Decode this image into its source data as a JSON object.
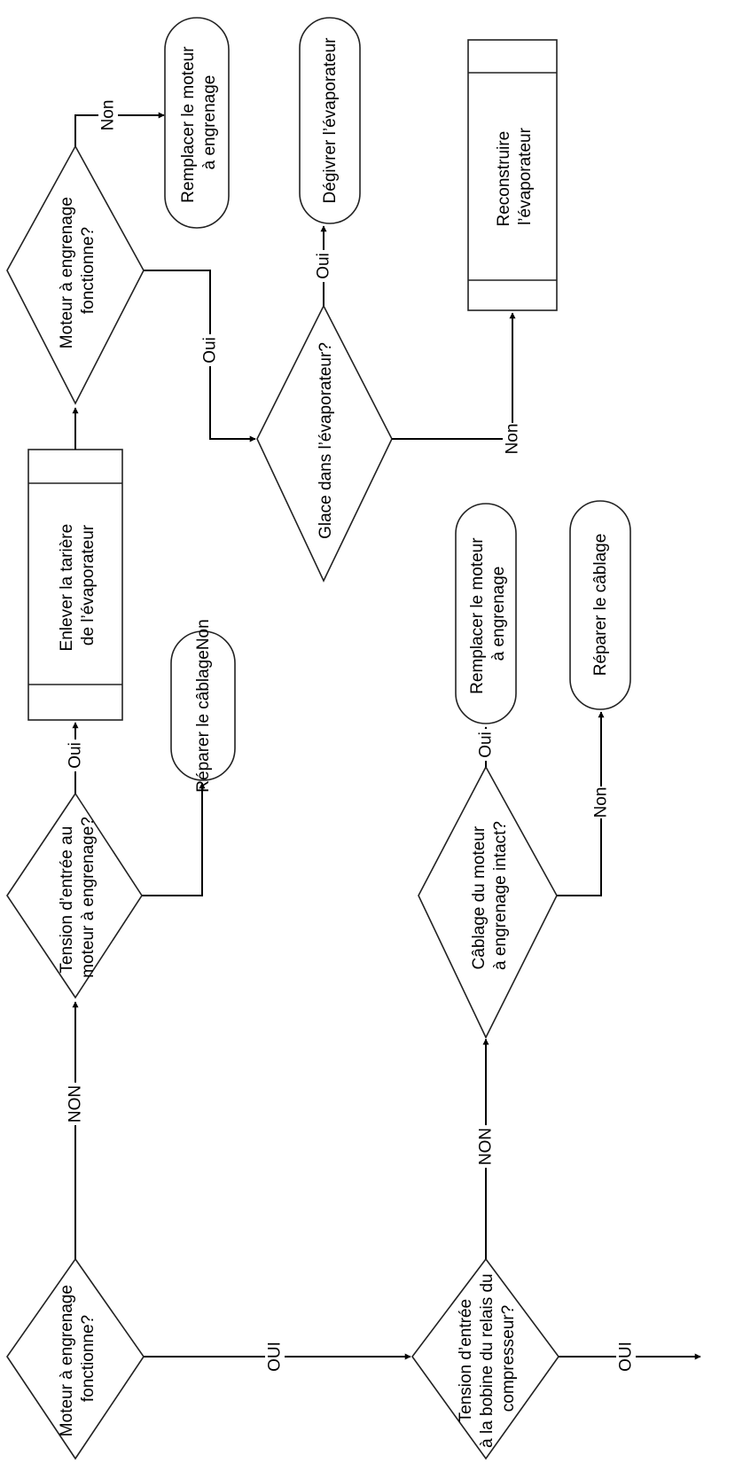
{
  "nodes": {
    "start_decision": {
      "lines": [
        "Moteur à engrenage",
        "fonctionne?"
      ]
    },
    "input_voltage_decision": {
      "lines": [
        "Tension d’entrée au",
        "moteur à engrenage?"
      ]
    },
    "remove_auger": {
      "lines": [
        "Enlever la tarière",
        "de l’évaporateur"
      ]
    },
    "repair_wiring_top": {
      "lines": [
        "Réparer le câblageNon"
      ]
    },
    "gear_motor_works_decision": {
      "lines": [
        "Moteur à engrenage",
        "fonctionne?"
      ]
    },
    "replace_motor_top": {
      "lines": [
        "Remplacer le moteur",
        "à engrenage"
      ]
    },
    "ice_decision": {
      "lines": [
        "Glace dans l’évaporateur?"
      ]
    },
    "defrost": {
      "lines": [
        "Dégivrer l’évaporateur"
      ]
    },
    "rebuild_evaporator": {
      "lines": [
        "Reconstruire",
        "l’évaporateur"
      ]
    },
    "relay_coil_decision": {
      "lines": [
        "Tension d’entrée",
        "à la bobine du relais du",
        "compresseur?"
      ]
    },
    "wiring_intact_decision": {
      "lines": [
        "Câblage du moteur",
        "à engrenage intact?"
      ]
    },
    "replace_motor_bottom": {
      "lines": [
        "Remplacer le moteur",
        "à engrenage"
      ]
    },
    "repair_wiring_bottom": {
      "lines": [
        "Réparer le câblage"
      ]
    }
  },
  "edge_labels": {
    "start_non": "NON",
    "start_oui": "OUI",
    "voltage_oui": "Oui",
    "motor_non": "Non",
    "motor_oui": "Oui",
    "ice_oui": "Oui",
    "ice_non": "Non",
    "relay_non": "NON",
    "relay_oui": "OUI",
    "wiring_oui": "Oui",
    "wiring_non": "Non"
  }
}
